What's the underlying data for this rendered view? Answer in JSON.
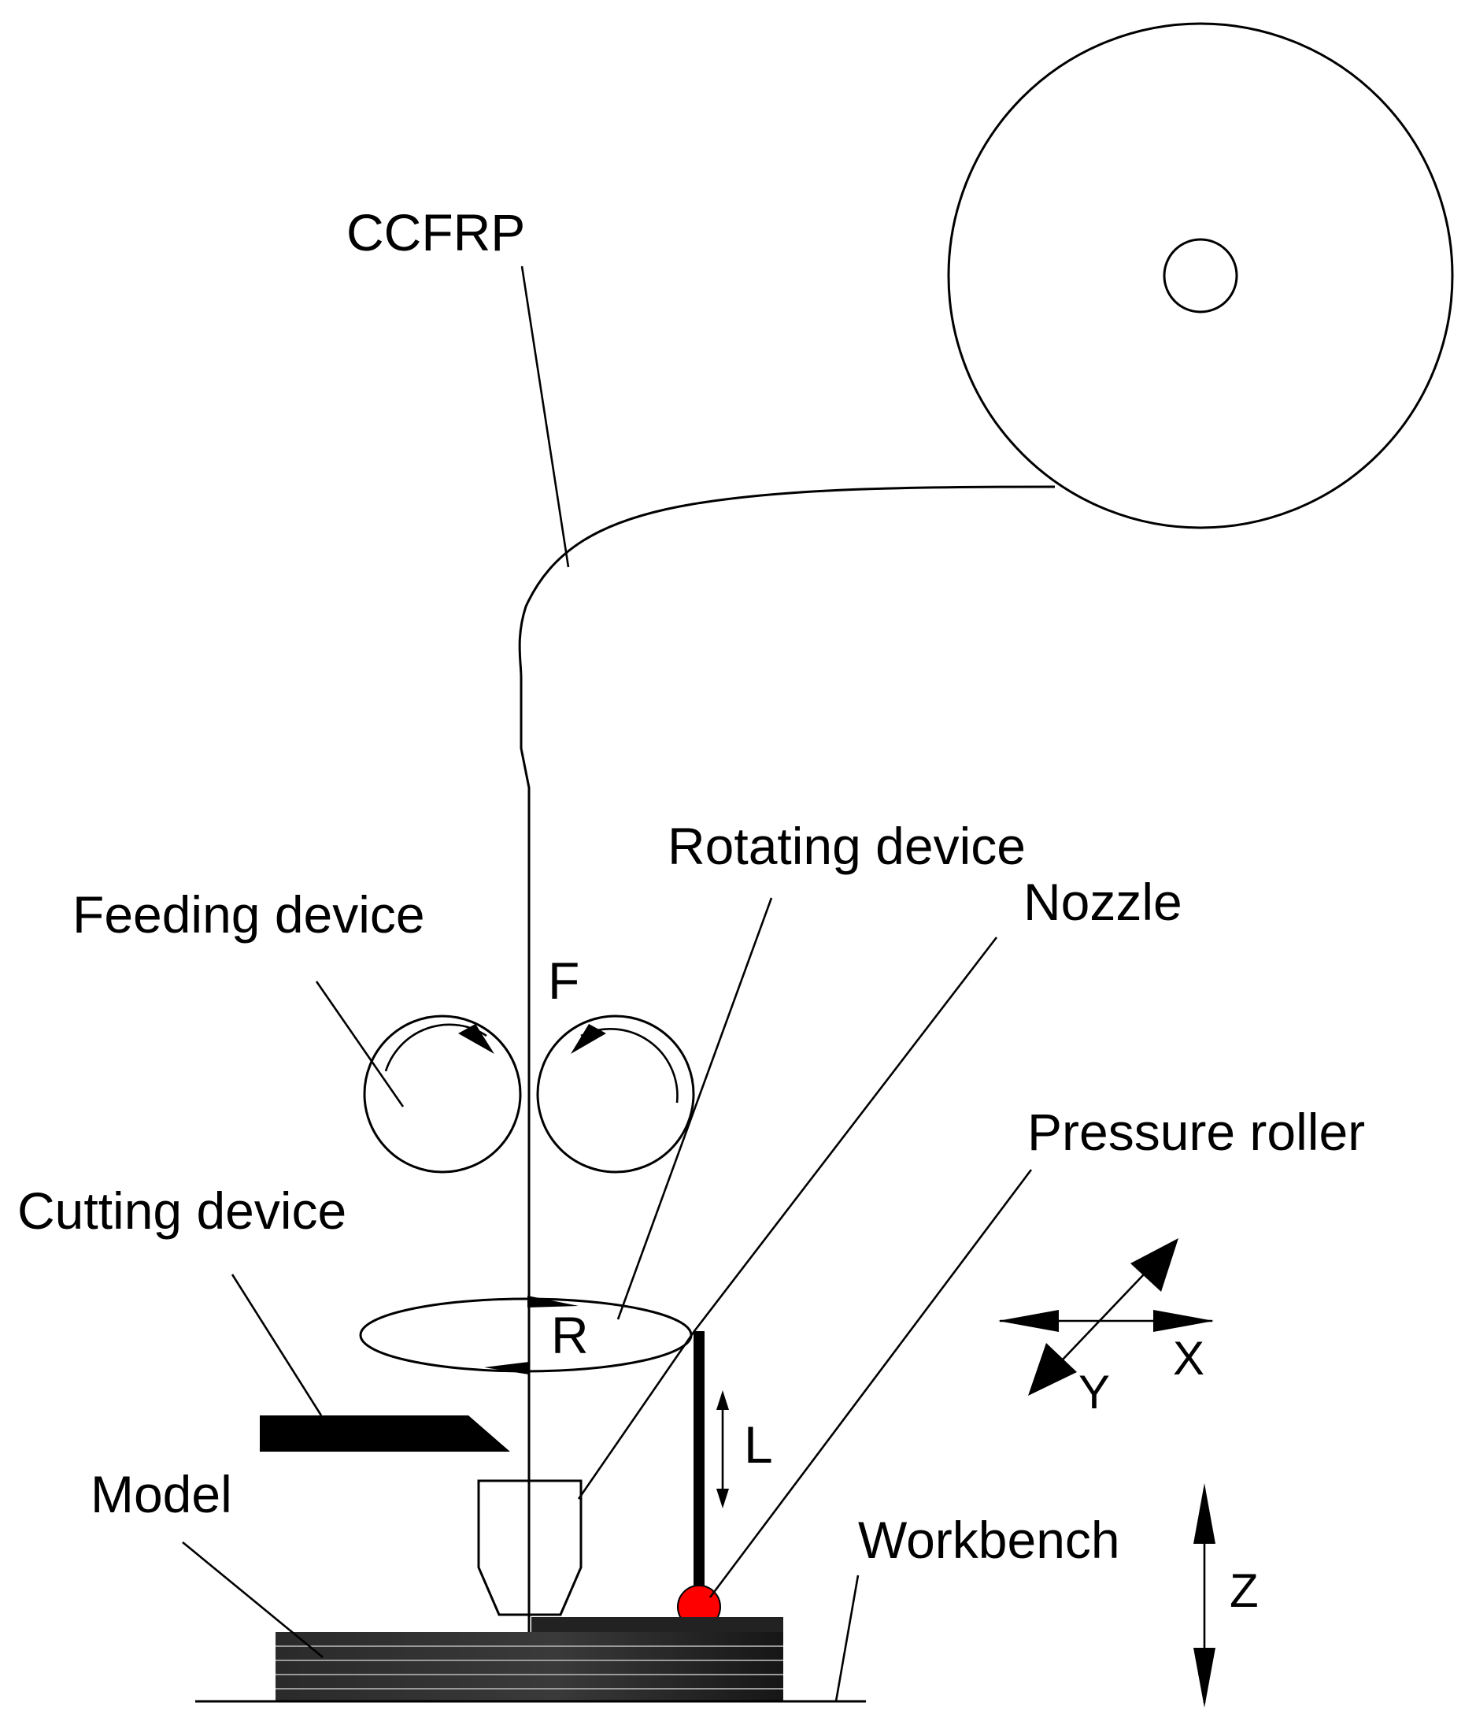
{
  "labels": {
    "ccfrp": "CCFRP",
    "rotating_device": "Rotating device",
    "feeding_device": "Feeding device",
    "nozzle": "Nozzle",
    "pressure_roller": "Pressure roller",
    "cutting_device": "Cutting device",
    "model": "Model",
    "workbench": "Workbench",
    "force_f": "F",
    "rotation_r": "R",
    "length_l": "L",
    "axis_x": "X",
    "axis_y": "Y",
    "axis_z": "Z"
  },
  "colors": {
    "pressure_roller": "#ff0000",
    "lines": "#000000",
    "layers": "#222222"
  }
}
